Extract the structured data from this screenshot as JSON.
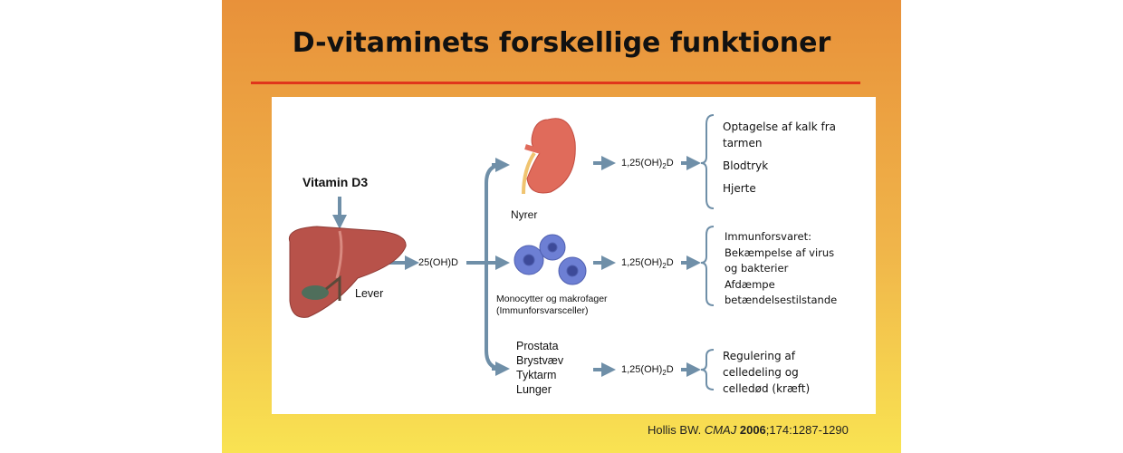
{
  "title": "D-vitaminets forskellige funktioner",
  "diagram": {
    "input": "Vitamin D3",
    "liver_label": "Lever",
    "metabolite": "25(OH)D",
    "active_form": "1,25(OH)",
    "active_sub": "2",
    "active_suffix": "D",
    "branches": [
      {
        "organ": "Nyrer",
        "effects": [
          "Optagelse af kalk fra",
          "tarmen",
          "Blodtryk",
          "Hjerte"
        ]
      },
      {
        "organ": "Monocytter og makrofager",
        "organ_sub": "(Immunforsvarsceller)",
        "effects": [
          "Immunforsvaret:",
          "Bekæmpelse af virus",
          "og bakterier",
          "Afdæmpe",
          "betændelsestilstande"
        ]
      },
      {
        "organ_list": [
          "Prostata",
          "Brystvæv",
          "Tyktarm",
          "Lunger"
        ],
        "effects": [
          "Regulering af",
          "celledeling og",
          "celledød (kræft)"
        ]
      }
    ],
    "arrow_color": "#6f8fa8"
  },
  "reference": {
    "author": "Hollis BW. ",
    "journal": "CMAJ",
    "year": "2006",
    "rest": ";174:1287-1290"
  }
}
